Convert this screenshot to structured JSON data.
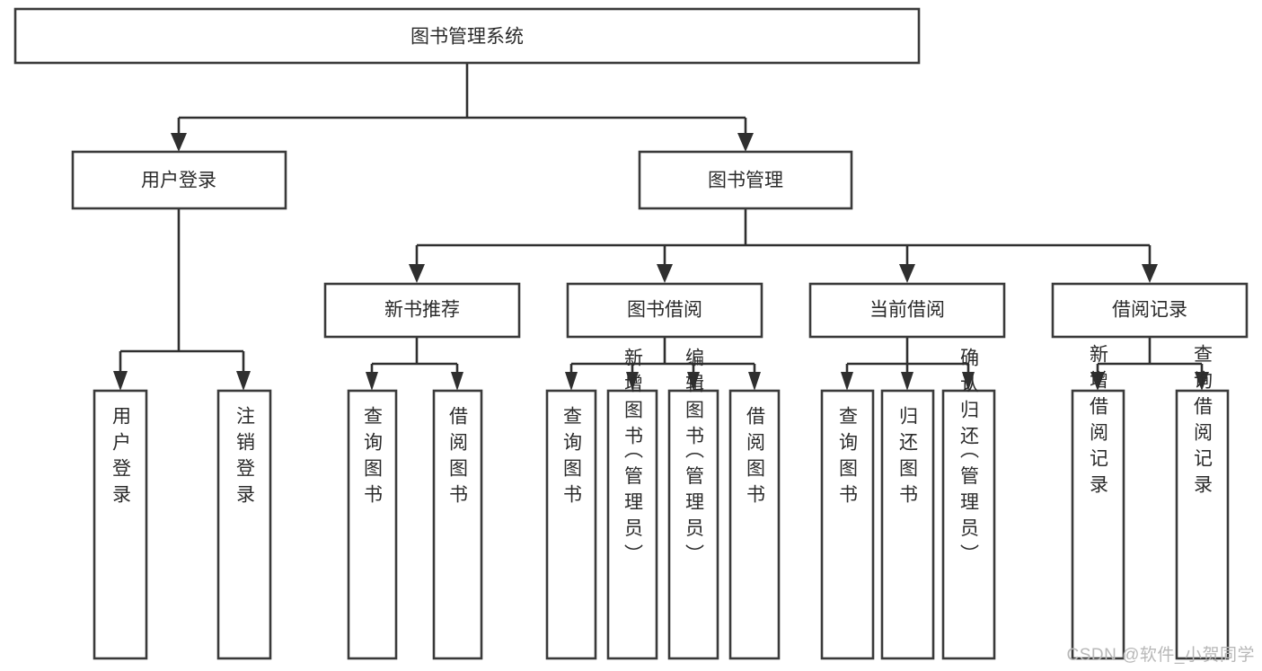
{
  "diagram": {
    "type": "tree-hierarchy",
    "title": "图书管理系统",
    "watermark": "CSDN @软件_小贺同学",
    "colors": {
      "box_fill": "#ffffff",
      "box_stroke": "#3a3a3a",
      "connector": "#2f2f2f",
      "text": "#2b2b2b",
      "watermark": "#b8b8b8",
      "background": "#ffffff"
    },
    "levels": {
      "root": {
        "label": "图书管理系统",
        "orientation": "horizontal"
      },
      "level2": [
        {
          "id": "user-login",
          "label": "用户登录",
          "orientation": "horizontal"
        },
        {
          "id": "book-management",
          "label": "图书管理",
          "orientation": "horizontal"
        }
      ],
      "level3": [
        {
          "id": "new-book-recommend",
          "label": "新书推荐",
          "orientation": "horizontal",
          "parent": "book-management"
        },
        {
          "id": "book-borrow",
          "label": "图书借阅",
          "orientation": "horizontal",
          "parent": "book-management"
        },
        {
          "id": "current-borrow",
          "label": "当前借阅",
          "orientation": "horizontal",
          "parent": "book-management"
        },
        {
          "id": "borrow-record",
          "label": "借阅记录",
          "orientation": "horizontal",
          "parent": "book-management"
        }
      ],
      "leaves": [
        {
          "id": "leaf-user-login",
          "parent": "user-login",
          "orientation": "vertical",
          "lines": [
            "用户登录"
          ]
        },
        {
          "id": "leaf-user-logout",
          "parent": "user-login",
          "orientation": "vertical",
          "lines": [
            "注销登录"
          ]
        },
        {
          "id": "leaf-query-book-1",
          "parent": "new-book-recommend",
          "orientation": "vertical",
          "lines": [
            "查询图书"
          ]
        },
        {
          "id": "leaf-borrow-book-1",
          "parent": "new-book-recommend",
          "orientation": "vertical",
          "lines": [
            "借阅图书"
          ]
        },
        {
          "id": "leaf-query-book-2",
          "parent": "book-borrow",
          "orientation": "vertical",
          "lines": [
            "查询图书"
          ]
        },
        {
          "id": "leaf-add-book",
          "parent": "book-borrow",
          "orientation": "vertical",
          "lines": [
            "新增图书",
            "（管理员）"
          ]
        },
        {
          "id": "leaf-edit-book",
          "parent": "book-borrow",
          "orientation": "vertical",
          "lines": [
            "编辑图书",
            "（管理员）"
          ]
        },
        {
          "id": "leaf-borrow-book-2",
          "parent": "book-borrow",
          "orientation": "vertical",
          "lines": [
            "借阅图书"
          ]
        },
        {
          "id": "leaf-query-book-3",
          "parent": "current-borrow",
          "orientation": "vertical",
          "lines": [
            "查询图书"
          ]
        },
        {
          "id": "leaf-return-book",
          "parent": "current-borrow",
          "orientation": "vertical",
          "lines": [
            "归还图书"
          ]
        },
        {
          "id": "leaf-confirm-return",
          "parent": "current-borrow",
          "orientation": "vertical",
          "lines": [
            "确认归还",
            "（管理员）"
          ]
        },
        {
          "id": "leaf-add-record",
          "parent": "borrow-record",
          "orientation": "vertical",
          "lines": [
            "新增借阅记录"
          ]
        },
        {
          "id": "leaf-query-record",
          "parent": "borrow-record",
          "orientation": "vertical",
          "lines": [
            "查询借阅记录"
          ]
        }
      ]
    }
  }
}
